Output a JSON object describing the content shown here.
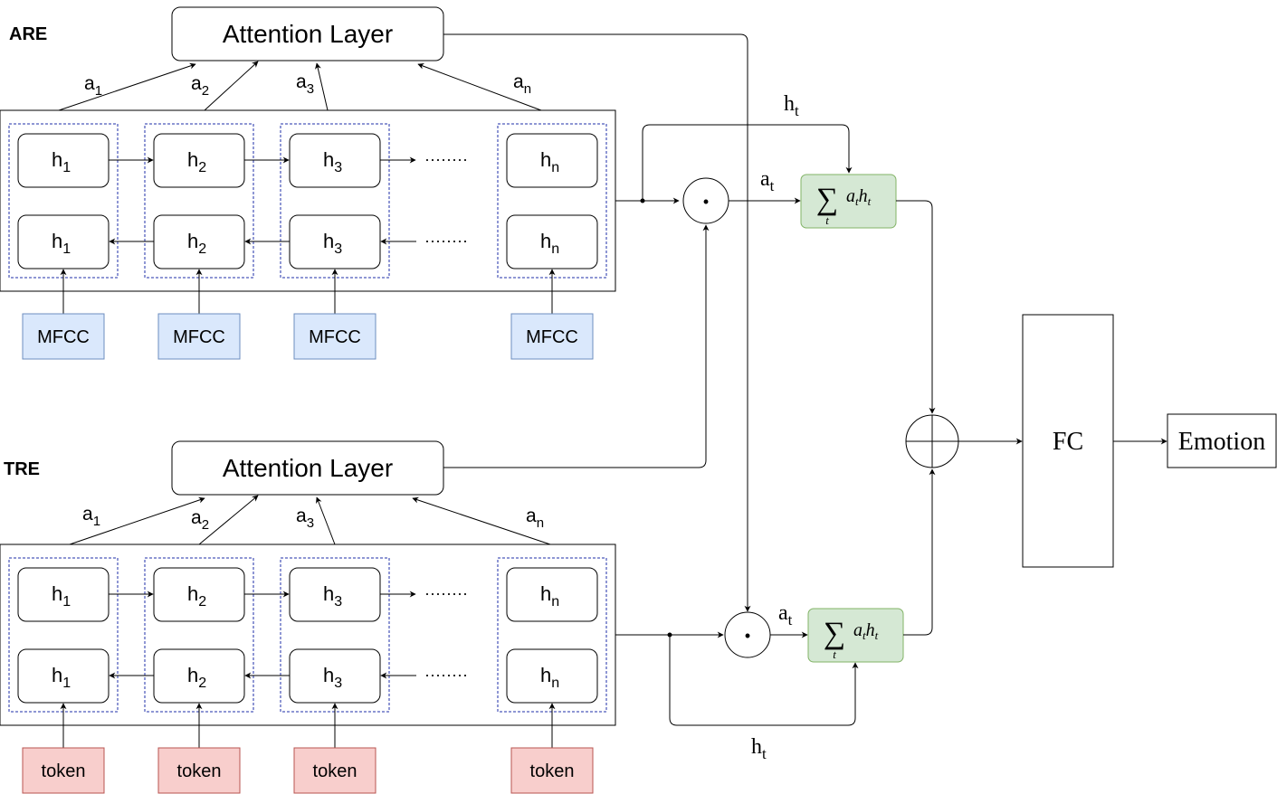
{
  "are": {
    "label": "ARE",
    "attention": "Attention Layer",
    "weights": [
      {
        "base": "a",
        "sub": "1"
      },
      {
        "base": "a",
        "sub": "2"
      },
      {
        "base": "a",
        "sub": "3"
      },
      {
        "base": "a",
        "sub": "n"
      }
    ],
    "forward_states": [
      {
        "base": "h",
        "sub": "1"
      },
      {
        "base": "h",
        "sub": "2"
      },
      {
        "base": "h",
        "sub": "3"
      },
      {
        "base": "h",
        "sub": "n"
      }
    ],
    "backward_states": [
      {
        "base": "h",
        "sub": "1"
      },
      {
        "base": "h",
        "sub": "2"
      },
      {
        "base": "h",
        "sub": "3"
      },
      {
        "base": "h",
        "sub": "n"
      }
    ],
    "inputs": [
      "MFCC",
      "MFCC",
      "MFCC",
      "MFCC"
    ],
    "ellipsis": "········"
  },
  "tre": {
    "label": "TRE",
    "attention": "Attention Layer",
    "weights": [
      {
        "base": "a",
        "sub": "1"
      },
      {
        "base": "a",
        "sub": "2"
      },
      {
        "base": "a",
        "sub": "3"
      },
      {
        "base": "a",
        "sub": "n"
      }
    ],
    "forward_states": [
      {
        "base": "h",
        "sub": "1"
      },
      {
        "base": "h",
        "sub": "2"
      },
      {
        "base": "h",
        "sub": "3"
      },
      {
        "base": "h",
        "sub": "n"
      }
    ],
    "backward_states": [
      {
        "base": "h",
        "sub": "1"
      },
      {
        "base": "h",
        "sub": "2"
      },
      {
        "base": "h",
        "sub": "3"
      },
      {
        "base": "h",
        "sub": "n"
      }
    ],
    "inputs": [
      "token",
      "token",
      "token",
      "token"
    ],
    "ellipsis": "········"
  },
  "fusion": {
    "ht": {
      "base": "h",
      "sub": "t"
    },
    "at": {
      "base": "a",
      "sub": "t"
    },
    "multiply_symbol": "•",
    "sum_symbol": "∑",
    "sum_index": "t",
    "sum_term": {
      "a": "a",
      "a_sub": "t",
      "h": "h",
      "h_sub": "t"
    },
    "fc": "FC",
    "output": "Emotion"
  }
}
